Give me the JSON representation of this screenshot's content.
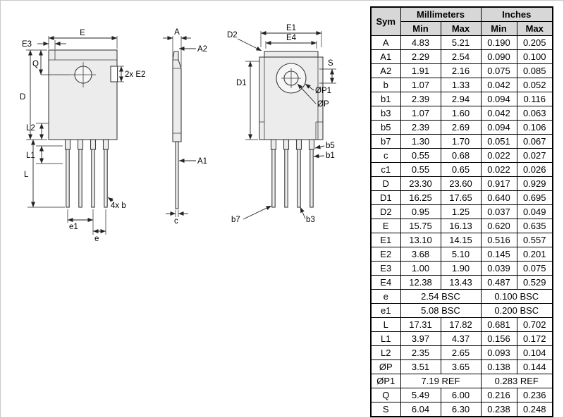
{
  "table": {
    "header": {
      "sym": "Sym",
      "millimeters": "Millimeters",
      "inches": "Inches",
      "min": "Min",
      "max": "Max"
    },
    "rows": [
      {
        "sym": "A",
        "mm_min": "4.83",
        "mm_max": "5.21",
        "in_min": "0.190",
        "in_max": "0.205"
      },
      {
        "sym": "A1",
        "mm_min": "2.29",
        "mm_max": "2.54",
        "in_min": "0.090",
        "in_max": "0.100"
      },
      {
        "sym": "A2",
        "mm_min": "1.91",
        "mm_max": "2.16",
        "in_min": "0.075",
        "in_max": "0.085"
      },
      {
        "sym": "b",
        "mm_min": "1.07",
        "mm_max": "1.33",
        "in_min": "0.042",
        "in_max": "0.052"
      },
      {
        "sym": "b1",
        "mm_min": "2.39",
        "mm_max": "2.94",
        "in_min": "0.094",
        "in_max": "0.116"
      },
      {
        "sym": "b3",
        "mm_min": "1.07",
        "mm_max": "1.60",
        "in_min": "0.042",
        "in_max": "0.063"
      },
      {
        "sym": "b5",
        "mm_min": "2.39",
        "mm_max": "2.69",
        "in_min": "0.094",
        "in_max": "0.106"
      },
      {
        "sym": "b7",
        "mm_min": "1.30",
        "mm_max": "1.70",
        "in_min": "0.051",
        "in_max": "0.067"
      },
      {
        "sym": "c",
        "mm_min": "0.55",
        "mm_max": "0.68",
        "in_min": "0.022",
        "in_max": "0.027"
      },
      {
        "sym": "c1",
        "mm_min": "0.55",
        "mm_max": "0.65",
        "in_min": "0.022",
        "in_max": "0.026"
      },
      {
        "sym": "D",
        "mm_min": "23.30",
        "mm_max": "23.60",
        "in_min": "0.917",
        "in_max": "0.929"
      },
      {
        "sym": "D1",
        "mm_min": "16.25",
        "mm_max": "17.65",
        "in_min": "0.640",
        "in_max": "0.695"
      },
      {
        "sym": "D2",
        "mm_min": "0.95",
        "mm_max": "1.25",
        "in_min": "0.037",
        "in_max": "0.049"
      },
      {
        "sym": "E",
        "mm_min": "15.75",
        "mm_max": "16.13",
        "in_min": "0.620",
        "in_max": "0.635"
      },
      {
        "sym": "E1",
        "mm_min": "13.10",
        "mm_max": "14.15",
        "in_min": "0.516",
        "in_max": "0.557"
      },
      {
        "sym": "E2",
        "mm_min": "3.68",
        "mm_max": "5.10",
        "in_min": "0.145",
        "in_max": "0.201"
      },
      {
        "sym": "E3",
        "mm_min": "1.00",
        "mm_max": "1.90",
        "in_min": "0.039",
        "in_max": "0.075"
      },
      {
        "sym": "E4",
        "mm_min": "12.38",
        "mm_max": "13.43",
        "in_min": "0.487",
        "in_max": "0.529"
      },
      {
        "sym": "e",
        "mm_span": "2.54 BSC",
        "in_span": "0.100 BSC"
      },
      {
        "sym": "e1",
        "mm_span": "5.08 BSC",
        "in_span": "0.200 BSC"
      },
      {
        "sym": "L",
        "mm_min": "17.31",
        "mm_max": "17.82",
        "in_min": "0.681",
        "in_max": "0.702"
      },
      {
        "sym": "L1",
        "mm_min": "3.97",
        "mm_max": "4.37",
        "in_min": "0.156",
        "in_max": "0.172"
      },
      {
        "sym": "L2",
        "mm_min": "2.35",
        "mm_max": "2.65",
        "in_min": "0.093",
        "in_max": "0.104"
      },
      {
        "sym": "ØP",
        "mm_min": "3.51",
        "mm_max": "3.65",
        "in_min": "0.138",
        "in_max": "0.144"
      },
      {
        "sym": "ØP1",
        "mm_span": "7.19 REF",
        "in_span": "0.283 REF"
      },
      {
        "sym": "Q",
        "mm_min": "5.49",
        "mm_max": "6.00",
        "in_min": "0.216",
        "in_max": "0.236"
      },
      {
        "sym": "S",
        "mm_min": "6.04",
        "mm_max": "6.30",
        "in_min": "0.238",
        "in_max": "0.248"
      }
    ]
  },
  "drawing": {
    "front_view": {
      "labels": {
        "E": "E",
        "E3": "E3",
        "Q": "Q",
        "D": "D",
        "L2": "L2",
        "L1": "L1",
        "L": "L",
        "e1": "e1",
        "e": "e",
        "b": "4x b",
        "E2": "2x E2"
      }
    },
    "side_view": {
      "labels": {
        "A": "A",
        "A2": "A2",
        "A1": "A1",
        "c": "c"
      }
    },
    "back_view": {
      "labels": {
        "D2": "D2",
        "E1": "E1",
        "E4": "E4",
        "S": "S",
        "D1": "D1",
        "P1": "ØP1",
        "P": "ØP",
        "b5": "b5",
        "b1": "b1",
        "b7": "b7",
        "b3": "b3"
      }
    }
  }
}
